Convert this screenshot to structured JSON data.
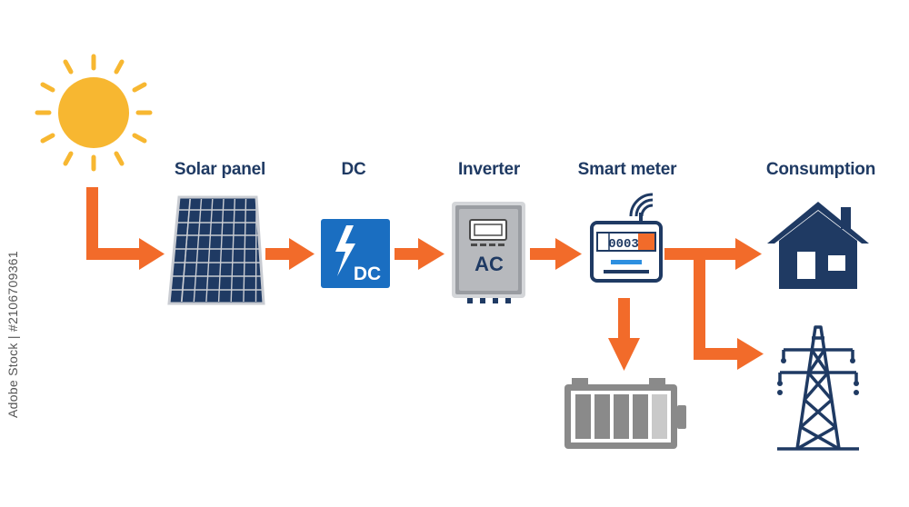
{
  "labels": {
    "solar_panel": "Solar panel",
    "dc": "DC",
    "inverter": "Inverter",
    "smart_meter": "Smart meter",
    "consumption": "Consumption"
  },
  "icons": {
    "dc_box_text": "DC",
    "inverter_text": "AC",
    "meter_digits": "0003"
  },
  "stock_id": "Adobe Stock | #2106709361",
  "colors": {
    "arrow": "#f26b2a",
    "navy": "#1f3a63",
    "sun": "#f7b731",
    "dc_blue": "#1a6ec1",
    "grey": "#8a8a8a"
  }
}
